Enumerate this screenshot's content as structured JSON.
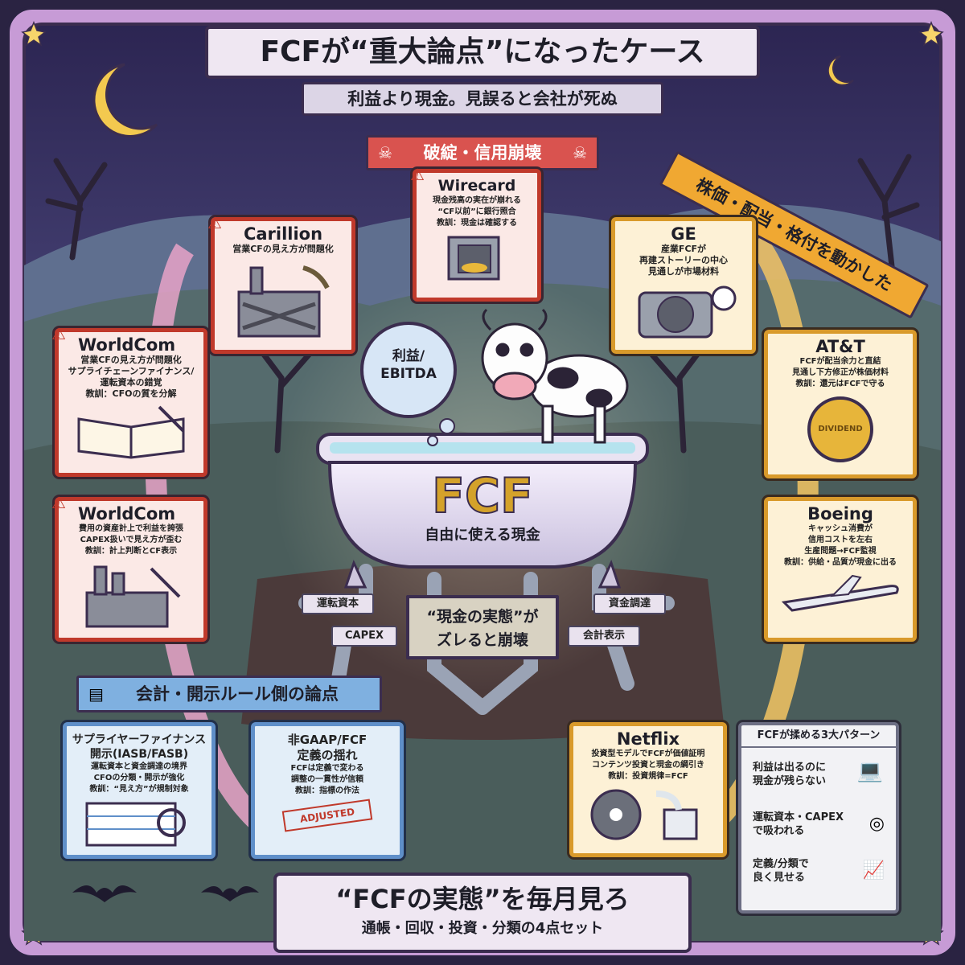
{
  "header": {
    "title": "FCFが“重大論点”になったケース",
    "subtitle": "利益より現金。見誤ると会社が死ぬ"
  },
  "ribbons": {
    "collapse": "破綻・信用崩壊",
    "market": "株価・配当・格付を動かした",
    "accounting": "会計・開示ルール側の論点"
  },
  "center": {
    "bubble": [
      "利益/",
      "EBITDA"
    ],
    "tub_title": "FCF",
    "tub_sub": "自由に使える現金",
    "sign": [
      "“現金の実態”が",
      "ズレると崩壊"
    ],
    "pipes": [
      "運転資本",
      "資金調達",
      "CAPEX",
      "会計表示"
    ]
  },
  "cases": {
    "wirecard": {
      "title": "Wirecard",
      "lines": [
        "現金残高の実在が崩れる",
        "“CF以前”に銀行照合",
        "教訓：現金は確認する"
      ]
    },
    "carillion": {
      "title": "Carillion",
      "lines": [
        "営業CFの見え方が問題化"
      ]
    },
    "worldcom1": {
      "title": "WorldCom",
      "lines": [
        "営業CFの見え方が問題化",
        "サプライチェーンファイナンス/",
        "運転資本の錯覚",
        "教訓：CFOの質を分解"
      ]
    },
    "worldcom2": {
      "title": "WorldCom",
      "lines": [
        "費用の資産計上で利益を誇張",
        "CAPEX扱いで見え方が歪む",
        "教訓：計上判断とCF表示"
      ]
    },
    "ge": {
      "title": "GE",
      "lines": [
        "産業FCFが",
        "再建ストーリーの中心",
        "見通しが市場材料"
      ]
    },
    "att": {
      "title": "AT&T",
      "lines": [
        "FCFが配当余力と直結",
        "見通し下方修正が株価材料",
        "教訓：還元はFCFで守る"
      ],
      "coin": "DIVIDEND"
    },
    "boeing": {
      "title": "Boeing",
      "lines": [
        "キャッシュ消費が",
        "信用コストを左右",
        "生産問題→FCF監視",
        "教訓：供給・品質が現金に出る"
      ]
    },
    "supplier": {
      "title_lines": [
        "サプライヤーファイナンス",
        "開示(IASB/FASB)"
      ],
      "lines": [
        "運転資本と資金調達の境界",
        "CFOの分類・開示が強化",
        "教訓：“見え方”が規制対象"
      ]
    },
    "nongaap": {
      "title_lines": [
        "非GAAP/FCF",
        "定義の揺れ"
      ],
      "lines": [
        "FCFは定義で変わる",
        "調整の一貫性が信頼",
        "教訓：指標の作法"
      ],
      "stamp": "ADJUSTED"
    },
    "netflix": {
      "title": "Netflix",
      "lines": [
        "投資型モデルでFCFが価値証明",
        "コンテンツ投資と現金の綱引き",
        "教訓：投資規律=FCF"
      ]
    }
  },
  "patterns": {
    "title": "FCFが揉める3大パターン",
    "items": [
      {
        "lines": [
          "利益は出るのに",
          "現金が残らない"
        ]
      },
      {
        "lines": [
          "運転資本・CAPEX",
          "で吸われる"
        ]
      },
      {
        "lines": [
          "定義/分類で",
          "良く見せる"
        ]
      }
    ]
  },
  "footer": {
    "title": "“FCFの実態”を毎月見ろ",
    "subtitle": "通帳・回収・投資・分類の4点セット"
  },
  "colors": {
    "frame": "#c79bd6",
    "collapse_ribbon": "#d9534f",
    "market_ribbon": "#f0a832",
    "accounting_ribbon": "#7fb0e0",
    "fcf_text": "#d4a22a"
  }
}
